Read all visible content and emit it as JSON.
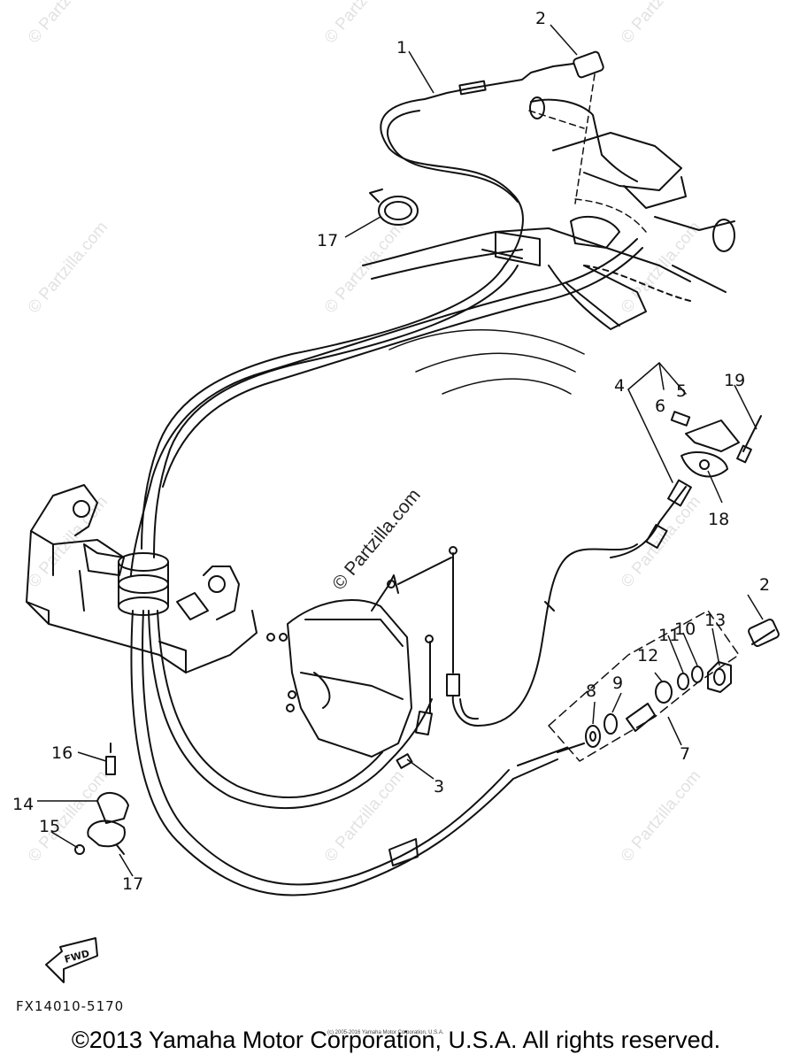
{
  "callouts": [
    {
      "id": "c1",
      "text": "1"
    },
    {
      "id": "c2a",
      "text": "2"
    },
    {
      "id": "c17a",
      "text": "17"
    },
    {
      "id": "c4",
      "text": "4"
    },
    {
      "id": "c5",
      "text": "5"
    },
    {
      "id": "c6",
      "text": "6"
    },
    {
      "id": "c19",
      "text": "19"
    },
    {
      "id": "c18",
      "text": "18"
    },
    {
      "id": "c2b",
      "text": "2"
    },
    {
      "id": "c13",
      "text": "13"
    },
    {
      "id": "c10",
      "text": "10"
    },
    {
      "id": "c11",
      "text": "11"
    },
    {
      "id": "c12",
      "text": "12"
    },
    {
      "id": "c9",
      "text": "9"
    },
    {
      "id": "c8",
      "text": "8"
    },
    {
      "id": "c7",
      "text": "7"
    },
    {
      "id": "c3",
      "text": "3"
    },
    {
      "id": "c16",
      "text": "16"
    },
    {
      "id": "c14",
      "text": "14"
    },
    {
      "id": "c15",
      "text": "15"
    },
    {
      "id": "c17b",
      "text": "17"
    }
  ],
  "watermark": "© Partzilla.com",
  "fwd_label": "FWD",
  "figure_code": "FX14010-5170",
  "small_notice": "(c) 2005-2016 Yamaha Motor Corporation, U.S.A.",
  "copyright": "©2013 Yamaha Motor Corporation, U.S.A. All rights reserved."
}
